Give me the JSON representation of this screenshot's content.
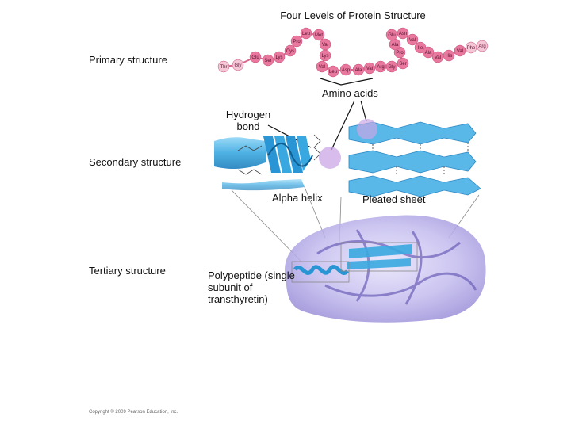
{
  "title": "Four Levels of Protein Structure",
  "labels": {
    "primary": "Primary structure",
    "amino_acids": "Amino acids",
    "hydrogen_bond": "Hydrogen bond",
    "secondary": "Secondary structure",
    "alpha_helix": "Alpha helix",
    "pleated_sheet": "Pleated sheet",
    "tertiary": "Tertiary structure",
    "polypeptide": "Polypeptide (single subunit of transthyretin)"
  },
  "amino_acid_chain": [
    "Thr",
    "Gly",
    "Glu",
    "Ser",
    "Lys",
    "Cys",
    "Pro",
    "Leu",
    "Met",
    "Val",
    "Lys",
    "Val",
    "Leu",
    "Asp",
    "Ala",
    "Val",
    "Arg",
    "Gly",
    "Ser",
    "Pro",
    "Ala",
    "Glu",
    "Asn",
    "Val",
    "Ile",
    "Ala",
    "Val",
    "His",
    "Val",
    "Phe",
    "Arg"
  ],
  "copyright": "Copyright © 2009 Pearson Education, Inc.",
  "colors": {
    "bead": "#e8789e",
    "bead_faded": "#f5c6d6",
    "helix": "#3aa8e0",
    "sheet": "#5ab8e8",
    "tertiary_blob": "#b9b2e8",
    "highlight": "#c9a6e6"
  }
}
